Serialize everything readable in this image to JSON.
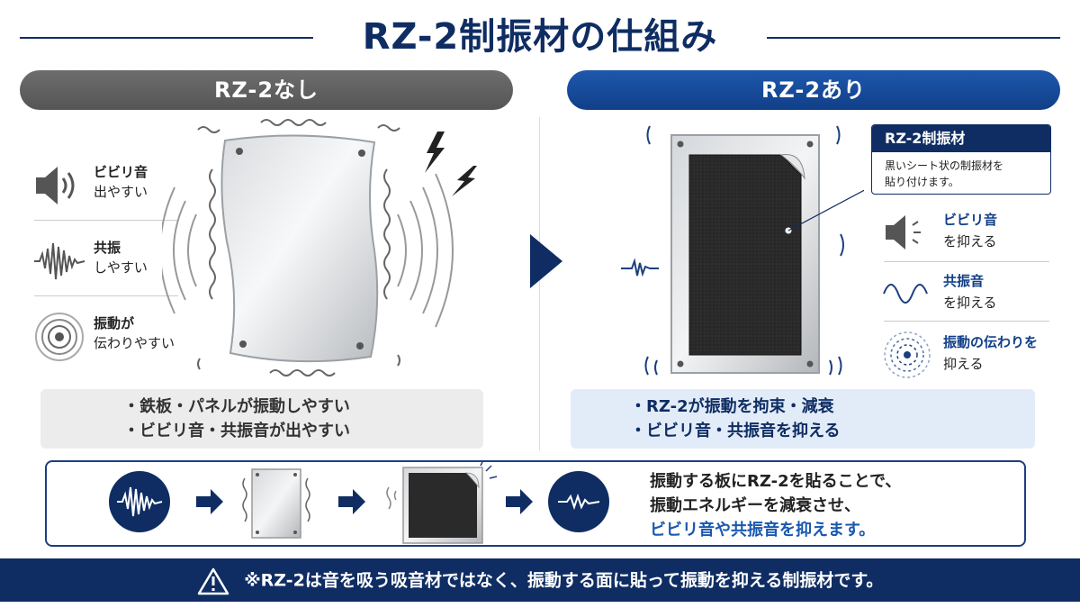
{
  "title": "RZ-2制振材の仕組み",
  "left": {
    "header": "RZ-2なし",
    "items": [
      {
        "title": "ビビリ音",
        "sub": "出やすい",
        "icon": "speaker-icon"
      },
      {
        "title": "共振",
        "sub": "しやすい",
        "icon": "waveform-icon"
      },
      {
        "title": "振動が",
        "sub": "伝わりやすい",
        "icon": "ripple-icon"
      }
    ],
    "bullets": [
      "・鉄板・パネルが振動しやすい",
      "・ビビリ音・共振音が出やすい"
    ]
  },
  "right": {
    "header": "RZ-2あり",
    "callout": {
      "title": "RZ-2制振材",
      "body_line1": "黒いシート状の制振材を",
      "body_line2": "貼り付けます。"
    },
    "items": [
      {
        "title": "ビビリ音",
        "sub": "を抑える",
        "icon": "speaker-dampened-icon"
      },
      {
        "title": "共振音",
        "sub": "を抑える",
        "icon": "sine-wave-icon"
      },
      {
        "title": "振動の伝わりを",
        "sub": "抑える",
        "icon": "dashed-ripple-icon"
      }
    ],
    "bullets": [
      "・RZ-2が振動を拘束・減衰",
      "・ビビリ音・共振音を抑える"
    ]
  },
  "process": {
    "line1": "振動する板にRZ-2を貼ることで、",
    "line2": "振動エネルギーを減衰させ、",
    "line3": "ビビリ音や共振音を抑えます。"
  },
  "footer": "※RZ-2は音を吸う吸音材ではなく、振動する面に貼って振動を抑える制振材です。",
  "colors": {
    "navy": "#0f2d63",
    "blue": "#113f88",
    "gray": "#5f5f5f",
    "accent_blue": "#1a58b0"
  }
}
